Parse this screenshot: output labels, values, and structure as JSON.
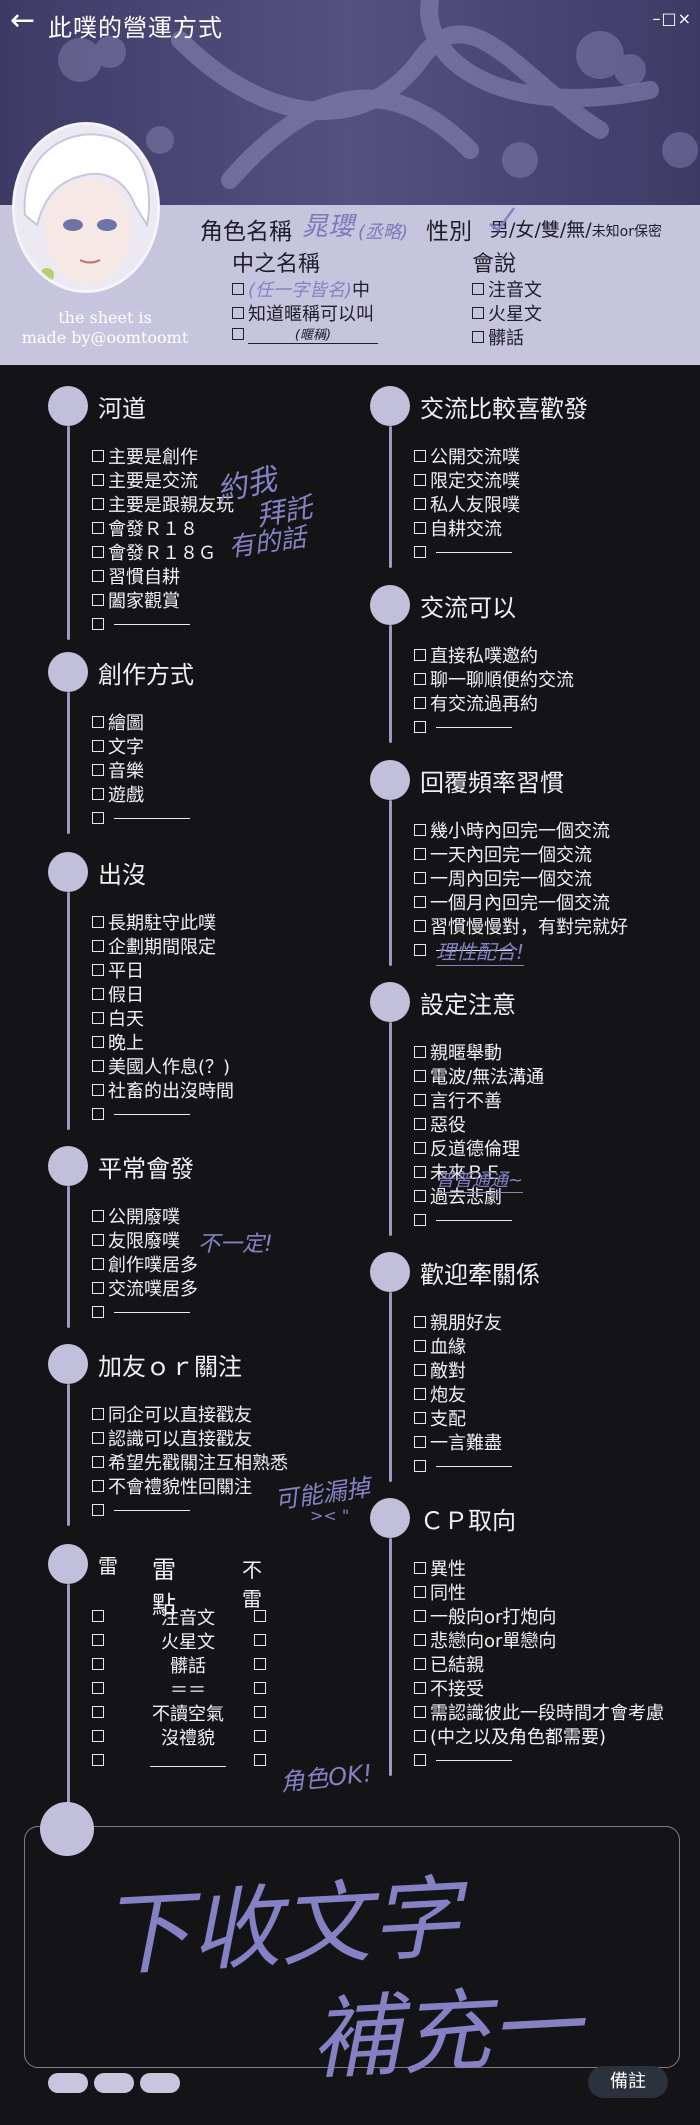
{
  "window": {
    "title": "此噗的營運方式",
    "back_icon": "←",
    "controls": "–□×"
  },
  "profile": {
    "credit_lines": [
      "the sheet is",
      "made by@oomtoomt"
    ],
    "char_name_label": "角色名稱",
    "char_name_value": "晁瓔",
    "char_name_note": "(丞略)",
    "gender_label": "性別",
    "gender_options": [
      "男",
      "女",
      "雙",
      "無"
    ],
    "gender_extra": "未知or保密",
    "oc_name_label": "中之名稱",
    "oc_options": [
      {
        "text": "中",
        "prefix": "(任一字皆名)"
      },
      {
        "text": "知道暱稱可以叫"
      },
      {
        "text": "(暱稱)"
      }
    ],
    "lang_label": "會說",
    "lang_options": [
      "注音文",
      "火星文",
      "髒話"
    ]
  },
  "sections": {
    "river": {
      "title": "河道",
      "items": [
        "主要是創作",
        "主要是交流",
        "主要是跟親友玩",
        "會發Ｒ１８",
        "會發Ｒ１８Ｇ",
        "習慣自耕",
        "闔家觀賞",
        ""
      ],
      "note_lines": [
        "約我",
        "拜託",
        "有的話"
      ]
    },
    "create": {
      "title": "創作方式",
      "items": [
        "繪圖",
        "文字",
        "音樂",
        "遊戲",
        ""
      ]
    },
    "appear": {
      "title": "出沒",
      "items": [
        "長期駐守此噗",
        "企劃期間限定",
        "平日",
        "假日",
        "白天",
        "晚上",
        "美國人作息(？)",
        "社畜的出沒時間",
        ""
      ]
    },
    "post": {
      "title": "平常會發",
      "items": [
        "公開廢噗",
        "友限廢噗",
        "創作噗居多",
        "交流噗居多",
        ""
      ],
      "note": "不一定!"
    },
    "friend": {
      "title": "加友ｏｒ關注",
      "items": [
        "同企可以直接戳友",
        "認識可以直接戳友",
        "希望先戳關注互相熟悉",
        "不會禮貌性回關注",
        ""
      ],
      "note": "可能漏掉",
      "note2": ">< \""
    },
    "mines": {
      "mine_label": "雷",
      "point_label": "雷點",
      "safe_label": "不雷",
      "points": [
        "注音文",
        "火星文",
        "髒話",
        "＝＝",
        "不讀空氣",
        "沒禮貌",
        ""
      ],
      "note": "角色OK!"
    },
    "exchange_type": {
      "title": "交流比較喜歡發",
      "items": [
        "公開交流噗",
        "限定交流噗",
        "私人友限噗",
        "自耕交流",
        ""
      ]
    },
    "exchange_ok": {
      "title": "交流可以",
      "items": [
        "直接私噗邀約",
        "聊一聊順便約交流",
        "有交流過再約",
        ""
      ]
    },
    "reply": {
      "title": "回覆頻率習慣",
      "items": [
        "幾小時內回完一個交流",
        "一天內回完一個交流",
        "一周內回完一個交流",
        "一個月內回完一個交流",
        "習慣慢慢對，有對完就好",
        ""
      ],
      "note": "理性配合!"
    },
    "setting": {
      "title": "設定注意",
      "items": [
        "親暱舉動",
        "電波/無法溝通",
        "言行不善",
        "惡役",
        "反道德倫理",
        "未來ＢＥ",
        "過去悲劇",
        ""
      ],
      "note": "普普通通~"
    },
    "relation": {
      "title": "歡迎牽關係",
      "items": [
        "親朋好友",
        "血緣",
        "敵對",
        "炮友",
        "支配",
        "一言難盡",
        ""
      ]
    },
    "cp": {
      "title": "ＣＰ取向",
      "items": [
        "異性",
        "同性",
        "一般向or打炮向",
        "悲戀向or單戀向",
        "已結親",
        "不接受",
        "需認識彼此一段時間才會考慮",
        "(中之以及角色都需要)",
        ""
      ]
    }
  },
  "notes": {
    "line1": "下收文字",
    "line2": "補充一"
  },
  "footer": {
    "memo_label": "備註"
  },
  "colors": {
    "accent": "#c2bfdb",
    "handwriting": "#8581c4",
    "banner": "#4a4576"
  }
}
